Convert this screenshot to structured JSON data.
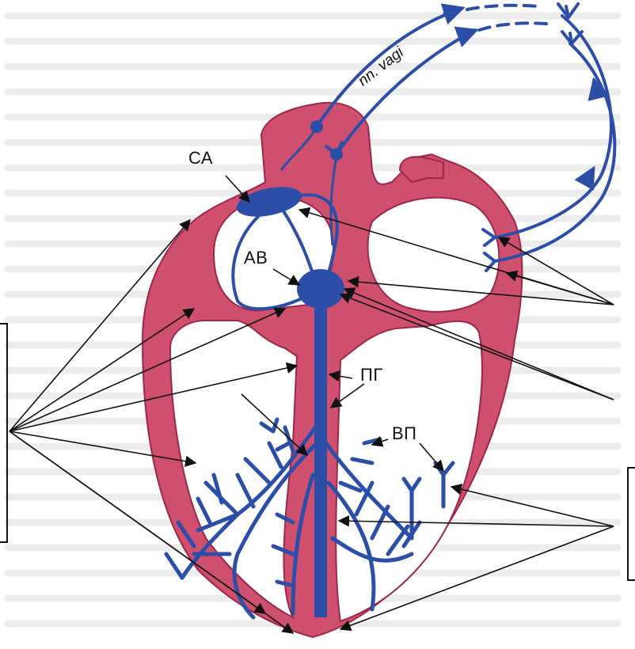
{
  "labels": {
    "sa": "СА",
    "av": "АВ",
    "pg": "ПГ",
    "vp": "ВП",
    "vagi": "nn. vagi"
  },
  "colors": {
    "myocardium": "#cf4f6e",
    "myocardium_edge": "#9c2748",
    "conduction": "#2d4ea7",
    "conduction_dark": "#1d3585",
    "background_text_faint": "#e7e7e7",
    "arrow": "#111111"
  }
}
